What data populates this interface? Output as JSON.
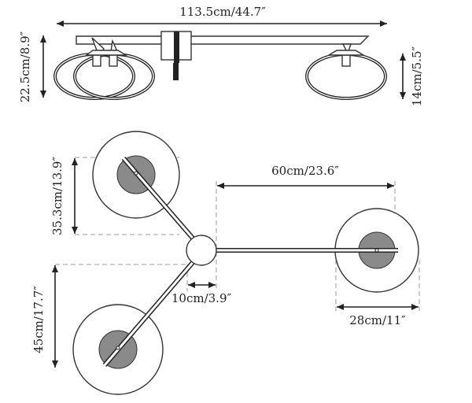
{
  "dimensions": {
    "total_length": "113.5cm/44.7″",
    "total_height": "22.5cm/8.9″",
    "ring_height": "14cm/5.5″",
    "arm_length": "60cm/23.6″",
    "upper_offset": "35.3cm/13.9″",
    "lower_offset": "45cm/17.7″",
    "hub_width": "10cm/3.9″",
    "shade_diameter": "28cm/11″"
  },
  "colors": {
    "line": "#222222",
    "shade": "#8a8a8a",
    "guide": "#999999"
  }
}
